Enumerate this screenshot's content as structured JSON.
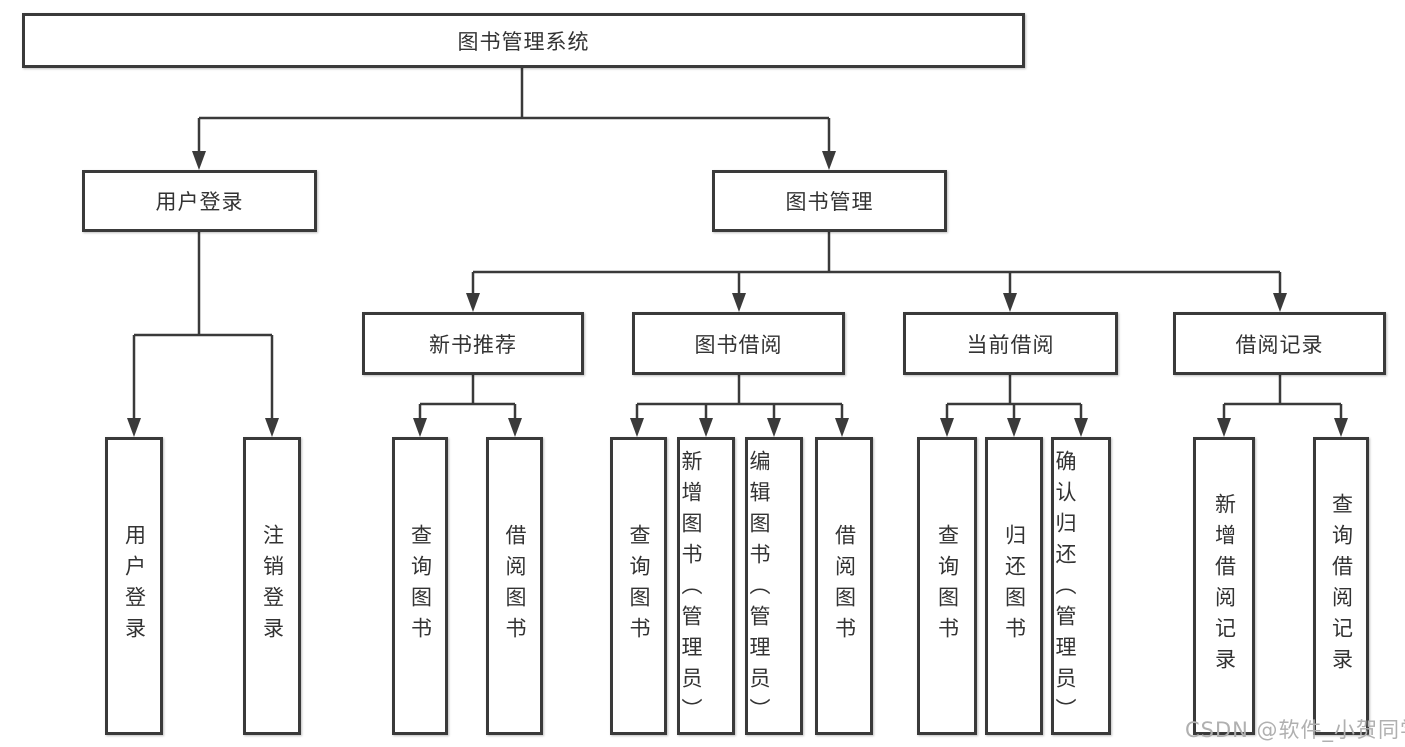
{
  "diagram_title": "图书管理系统",
  "nodes": {
    "root": "图书管理系统",
    "user_login": "用户登录",
    "book_mgmt": "图书管理",
    "new_book": "新书推荐",
    "book_borrow": "图书借阅",
    "current_borrow": "当前借阅",
    "borrow_records": "借阅记录",
    "leaf_user_login": "用户登录",
    "leaf_logout": "注销登录",
    "leaf_nb_query": "查询图书",
    "leaf_nb_borrow": "借阅图书",
    "leaf_bb_query": "查询图书",
    "leaf_bb_add": "新增图书（管理员）",
    "leaf_bb_edit": "编辑图书（管理员）",
    "leaf_bb_borrow": "借阅图书",
    "leaf_cb_query": "查询图书",
    "leaf_cb_return": "归还图书",
    "leaf_cb_confirm": "确认归还（管理员）",
    "leaf_br_add": "新增借阅记录",
    "leaf_br_query": "查询借阅记录"
  },
  "hierarchy": {
    "root": "图书管理系统",
    "branches": [
      {
        "label": "用户登录",
        "children": [
          "用户登录",
          "注销登录"
        ]
      },
      {
        "label": "图书管理",
        "children": [
          {
            "label": "新书推荐",
            "children": [
              "查询图书",
              "借阅图书"
            ]
          },
          {
            "label": "图书借阅",
            "children": [
              "查询图书",
              "新增图书（管理员）",
              "编辑图书（管理员）",
              "借阅图书"
            ]
          },
          {
            "label": "当前借阅",
            "children": [
              "查询图书",
              "归还图书",
              "确认归还（管理员）"
            ]
          },
          {
            "label": "借阅记录",
            "children": [
              "新增借阅记录",
              "查询借阅记录"
            ]
          }
        ]
      }
    ]
  },
  "watermark": {
    "text": "CSDN @软件_小贺同学"
  },
  "colors": {
    "line": "#3a3a3a",
    "box_border": "#3a3a3a",
    "text": "#333333",
    "watermark": "#b0b0b0",
    "background": "#ffffff"
  }
}
